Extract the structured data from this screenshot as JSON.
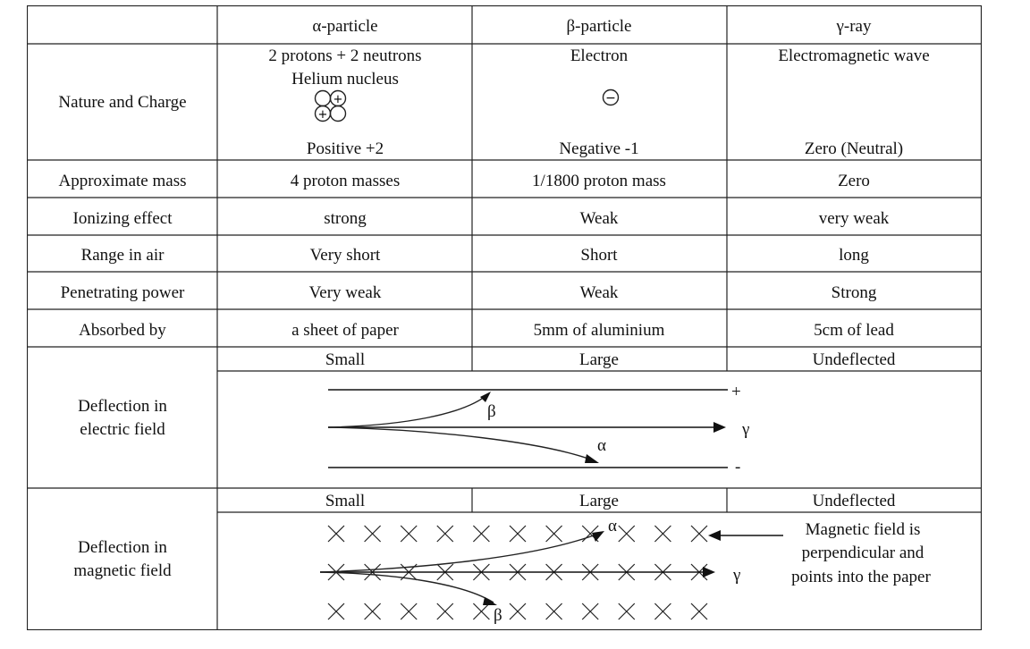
{
  "headers": [
    "",
    "α-particle",
    "β-particle",
    "γ-ray"
  ],
  "nature": {
    "label": "Nature and Charge",
    "alpha_line1": "2 protons + 2 neutrons",
    "alpha_line2": "Helium nucleus",
    "alpha_charge": "Positive +2",
    "beta_line1": "Electron",
    "beta_charge": "Negative -1",
    "gamma_line1": "Electromagnetic wave",
    "gamma_charge": "Zero (Neutral)",
    "proton_sign": "+",
    "electron_sign": "−"
  },
  "rows": [
    {
      "label": "Approximate mass",
      "alpha": "4 proton masses",
      "beta": "1/1800 proton mass",
      "gamma": "Zero"
    },
    {
      "label": "Ionizing effect",
      "alpha": "strong",
      "beta": "Weak",
      "gamma": "very weak"
    },
    {
      "label": "Range in air",
      "alpha": "Very short",
      "beta": "Short",
      "gamma": "long"
    },
    {
      "label": "Penetrating power",
      "alpha": "Very weak",
      "beta": "Weak",
      "gamma": "Strong"
    },
    {
      "label": "Absorbed by",
      "alpha": "a sheet of paper",
      "beta": "5mm of aluminium",
      "gamma": "5cm of lead"
    }
  ],
  "electric": {
    "label_line1": "Deflection in",
    "label_line2": "electric field",
    "alpha": "Small",
    "beta": "Large",
    "gamma": "Undeflected",
    "plus": "+",
    "minus": "-",
    "beta_symbol": "β",
    "alpha_symbol": "α",
    "gamma_symbol": "γ"
  },
  "magnetic": {
    "label_line1": "Deflection in",
    "label_line2": "magnetic field",
    "alpha": "Small",
    "beta": "Large",
    "gamma": "Undeflected",
    "note_line1": "Magnetic field is",
    "note_line2": "perpendicular and",
    "note_line3": "points into the paper",
    "alpha_symbol": "α",
    "beta_symbol": "β",
    "gamma_symbol": "γ",
    "cross_symbol": "×"
  }
}
